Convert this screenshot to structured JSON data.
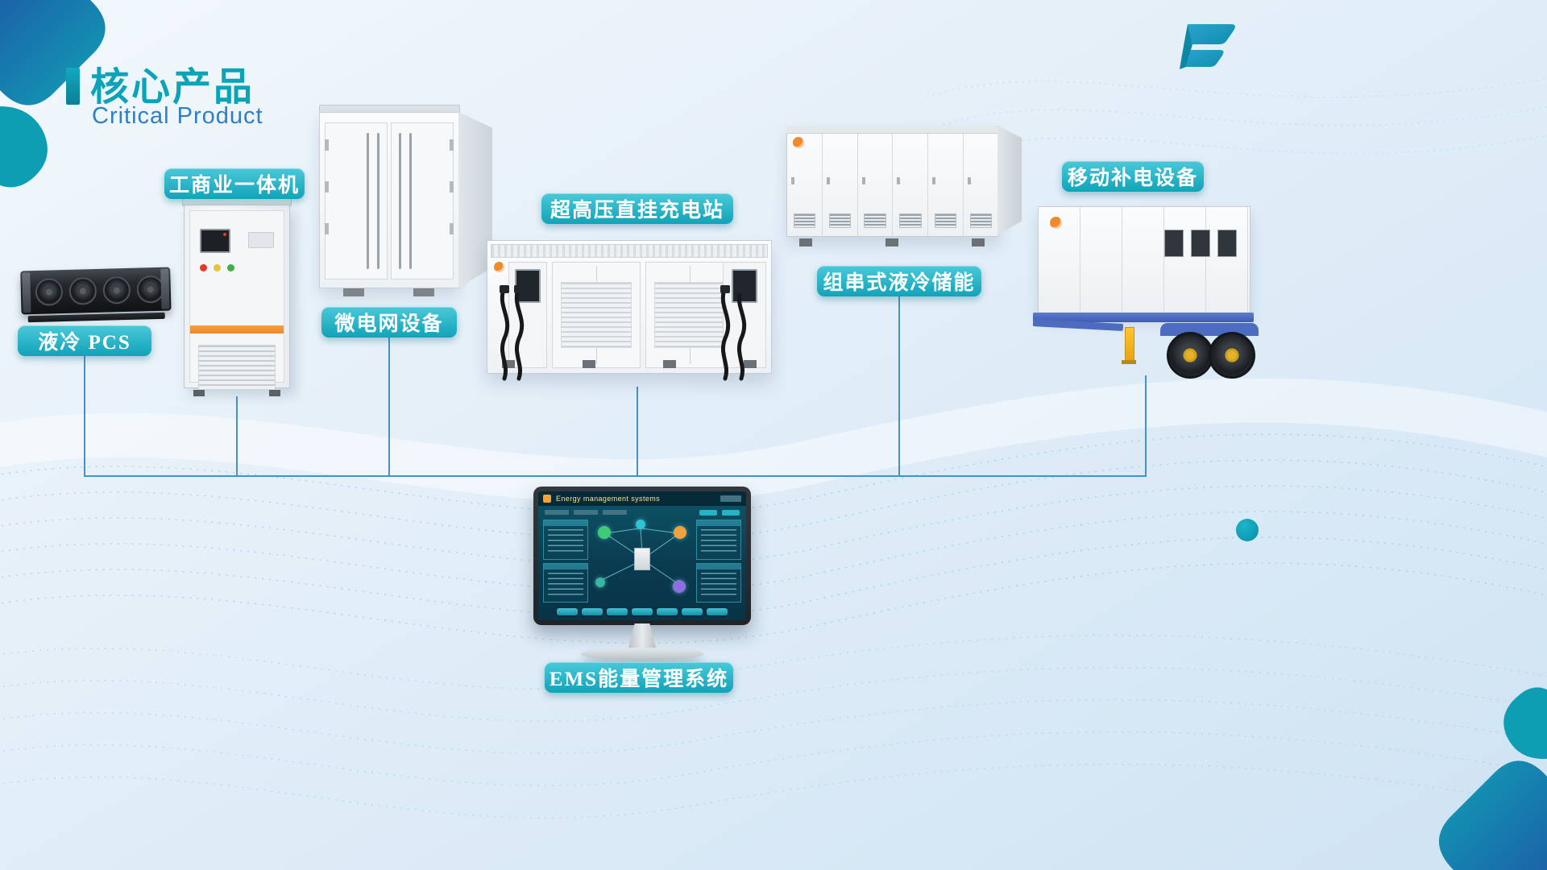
{
  "slide": {
    "title": "核心产品",
    "subtitle": "Critical Product"
  },
  "labels": {
    "pcs": "液冷  PCS",
    "all_in_one": "工商业一体机",
    "microgrid": "微电网设备",
    "charger": "超高压直挂充电站",
    "string_storage": "组串式液冷储能",
    "mobile_power": "移动补电设备",
    "ems": "EMS能量管理系统"
  },
  "ems_screen": {
    "title": "Energy management systems"
  },
  "diagram": {
    "hub": "EMS能量管理系统",
    "connected_products": [
      "液冷 PCS",
      "工商业一体机",
      "微电网设备",
      "超高压直挂充电站",
      "组串式液冷储能",
      "移动补电设备"
    ]
  },
  "colors": {
    "badge_start": "#45c6d6",
    "badge_end": "#0fa0b5",
    "title_teal": "#0aa2b6",
    "subtitle_blue": "#2e7fc4",
    "connector": "#4a90c8",
    "accent_orange": "#f08a2d"
  }
}
